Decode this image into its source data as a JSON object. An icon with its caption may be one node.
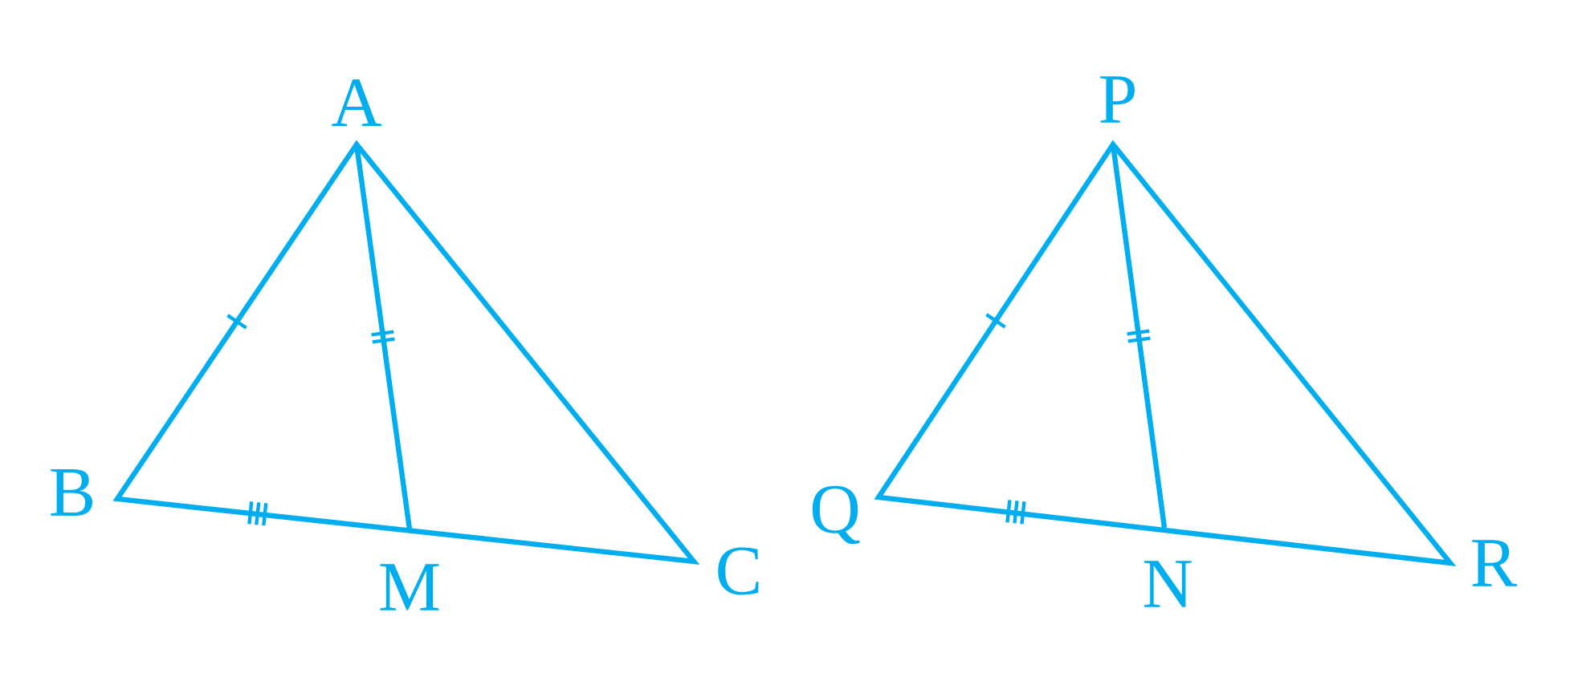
{
  "diagram": {
    "labels": [
      "A",
      "B",
      "M",
      "C",
      "P",
      "Q",
      "N",
      "R"
    ]
  }
}
